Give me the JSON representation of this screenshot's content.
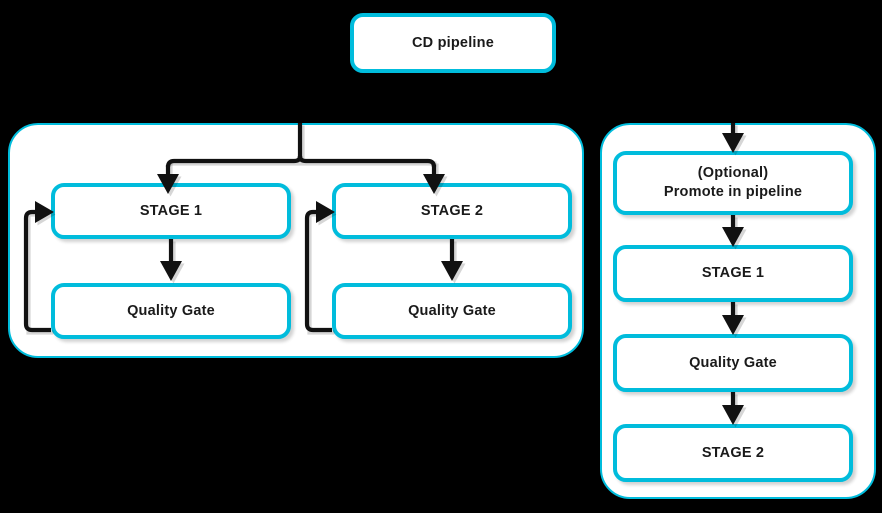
{
  "diagram": {
    "title_box": {
      "label": "CD pipeline"
    },
    "theme": {
      "background": "#000000",
      "accent_cyan": "#00BCDC",
      "box_fill": "#ffffff",
      "arrow_color": "#111111",
      "text_color": "#1a1a1a"
    },
    "left_group": {
      "name": "parallel-stages-group",
      "branches": [
        {
          "name": "branch-1",
          "stage": {
            "label": "STAGE 1"
          },
          "gate": {
            "label": "Quality Gate"
          }
        },
        {
          "name": "branch-2",
          "stage": {
            "label": "STAGE 2"
          },
          "gate": {
            "label": "Quality Gate"
          }
        }
      ]
    },
    "right_group": {
      "name": "sequential-stages-group",
      "nodes": [
        {
          "label": "(Optional)\nPromote in pipeline"
        },
        {
          "label": "STAGE 1"
        },
        {
          "label": "Quality Gate"
        },
        {
          "label": "STAGE 2"
        }
      ]
    }
  }
}
